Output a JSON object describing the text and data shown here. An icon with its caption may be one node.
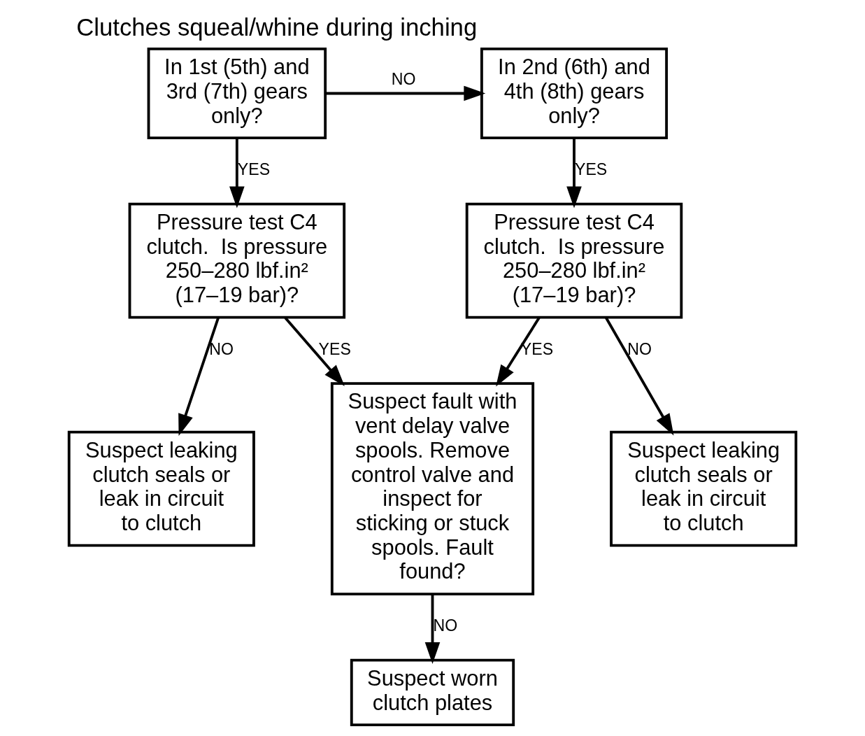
{
  "diagram": {
    "title": "Clutches squeal/whine during inching",
    "nodes": [
      {
        "text": [
          "In 1st (5th) and 3rd (7th) gears only?"
        ]
      },
      {
        "text": [
          "In 2nd (6th) and 4th (8th) gears only?"
        ]
      },
      {
        "text": [
          "Pressure test C4 clutch.  Is pressure 250–280 lbf.in² (17–19 bar)?"
        ]
      },
      {
        "text": [
          "Suspect leaking clutch seals or leak in circuit to clutch"
        ]
      },
      {
        "text": [
          "Pressure test C4 clutch.  Is pressure 250–280 lbf.in² (17–19 bar)?"
        ]
      },
      {
        "text": [
          "Suspect leaking clutch seals or leak in circuit to clutch"
        ]
      },
      {
        "text": [
          "Suspect fault with vent delay valve spools. Remove control valve and inspect for sticking or stuck spools. Fault found?"
        ]
      },
      {
        "text": [
          "Suspect worn clutch plates"
        ]
      }
    ],
    "edges": [
      {
        "from": 0,
        "to": 1,
        "arrow": "to",
        "label": "NO"
      },
      {
        "from": 0,
        "to": 2,
        "arrow": "to",
        "label": "YES"
      },
      {
        "from": 1,
        "to": 4,
        "arrow": "to",
        "label": "YES"
      },
      {
        "from": 2,
        "to": 6,
        "arrow": "to",
        "label": "YES"
      },
      {
        "from": 4,
        "to": 6,
        "arrow": "to",
        "label": "YES"
      },
      {
        "from": 2,
        "to": 3,
        "arrow": "to",
        "label": "NO"
      },
      {
        "from": 4,
        "to": 5,
        "arrow": "to",
        "label": "NO"
      },
      {
        "from": 6,
        "to": 7,
        "arrow": "to",
        "label": "NO"
      }
    ]
  }
}
